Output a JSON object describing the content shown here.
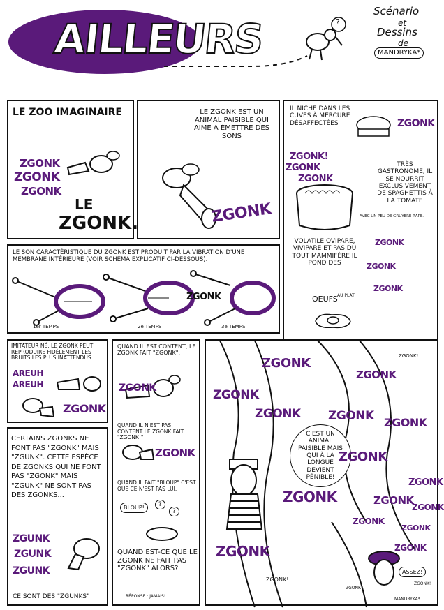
{
  "header": {
    "title": "AILLEURS",
    "credits_line1": "Scénario",
    "credits_line2": "et",
    "credits_line3": "Dessins",
    "credits_line4": "de",
    "author": "MANDRYKA*",
    "question_mark": "?"
  },
  "panel1": {
    "title": "LE ZOO IMAGINAIRE",
    "zgonk1": "ZGONK",
    "zgonk2": "ZGONK",
    "zgonk3": "ZGONK",
    "caption_le": "LE",
    "caption_name": "ZGONK."
  },
  "panel2": {
    "text": "LE ZGONK EST UN ANIMAL PAISIBLE QUI AIME À ÉMETTRE DES SONS",
    "zgonk": "ZGONK"
  },
  "panel3": {
    "text_top": "IL NICHE DANS LES CUVES À MERCURE DÉSAFFECTÉES",
    "zgonk_top": "ZGONK",
    "zgonk_a": "ZGONK!",
    "zgonk_b": "ZGONK",
    "zgonk_c": "ZGONK",
    "text_gastro": "TRÈS GASTRONOME, IL SE NOURRIT EXCLUSIVEMENT DE SPAGHETTIS À LA TOMATE",
    "text_gastro_small": "AVEC UN PEU DE GRUYÈRE RÂPÉ.",
    "text_ovipare": "VOLATILE OVIPARE, VIVIPARE ET PAS DU TOUT MAMMIFÈRE IL POND DES",
    "text_oeufs": "OEUFS",
    "text_au_plat": "AU PLAT",
    "zgonk_d": "ZGONK",
    "zgonk_e": "ZGONK",
    "zgonk_f": "ZGONK"
  },
  "panel4": {
    "text": "LE SON CARACTÉRISTIQUE DU ZGONK EST PRODUIT PAR LA VIBRATION D'UNE MEMBRANE INTÉRIEURE (VOIR SCHÉMA EXPLICATIF CI-DESSOUS).",
    "step1": "1er TEMPS",
    "step2": "2e TEMPS",
    "step3": "3e TEMPS",
    "zgonk": "ZGONK"
  },
  "panel5": {
    "text": "IMITATEUR NÉ, LE ZGONK PEUT REPRODUIRE FIDÈLEMENT LES BRUITS LES PLUS INATTENDUS :",
    "areuh1": "AREUH",
    "areuh2": "AREUH",
    "zgonk": "ZGONK"
  },
  "panel6": {
    "text1": "QUAND IL EST CONTENT, LE ZGONK FAIT \"ZGONK\".",
    "zgonk1": "ZGONK",
    "text2": "QUAND IL N'EST PAS CONTENT LE ZGONK FAIT \"ZGONK!\"",
    "zgonk2": "ZGONK",
    "text3": "QUAND IL FAIT \"BLOUP\" C'EST QUE CE N'EST PAS LUI.",
    "bloup": "BLOUP!",
    "q1": "?",
    "q2": "?",
    "text4": "QUAND EST-CE QUE LE ZGONK NE FAIT PAS \"ZGONK\" ALORS?",
    "answer": "RÉPONSE : JAMAIS!"
  },
  "panel7": {
    "text": "CERTAINS ZGONKS NE FONT PAS \"ZGONK\" MAIS \"ZGUNK\". CETTE ESPÈCE DE ZGONKS QUI NE FONT PAS \"ZGONK\" MAIS \"ZGUNK\" NE SONT PAS DES ZGONKS...",
    "zgunk1": "ZGUNK",
    "zgunk2": "ZGUNK",
    "zgunk3": "ZGUNK",
    "caption": "CE SONT DES \"ZGUNKS\""
  },
  "panel8": {
    "balloon": "C'EST UN ANIMAL PAISIBLE MAIS QUI À LA LONGUE DEVIENT PÉNIBLE!",
    "z1": "ZGONK",
    "z2": "ZGONK",
    "z3": "ZGONK",
    "z4": "ZGONK",
    "z5": "ZGONK",
    "z6": "ZGONK",
    "z7": "ZGONK",
    "z8": "ZGONK",
    "z9": "ZGONK",
    "z10": "ZGONK",
    "z11": "ZGONK",
    "z12": "ZGONK",
    "z13": "ZGONK",
    "z14": "ZGONK",
    "z15": "ZGONK",
    "small1": "ZGONK!",
    "small2": "ZGONK!",
    "small3": "ZGONK",
    "small4": "ZGONK!",
    "assez": "ASSEZ!",
    "signature": "MANDRYKA*"
  },
  "colors": {
    "purple": "#5a1a7a",
    "ink": "#111111"
  }
}
